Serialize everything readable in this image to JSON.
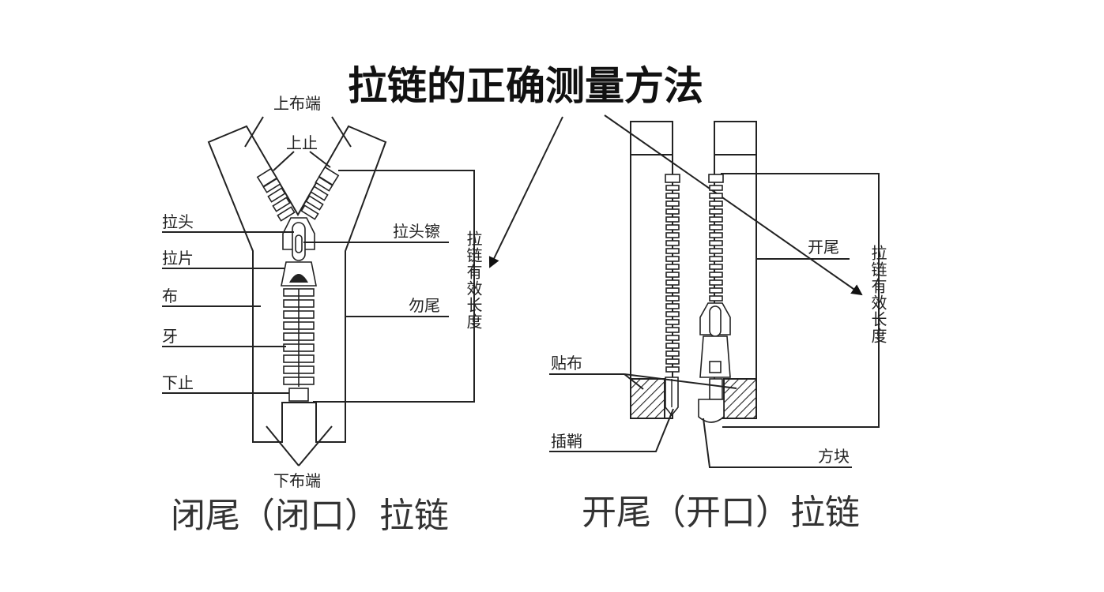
{
  "title": "拉链的正确测量方法",
  "closed_zipper": {
    "labels": {
      "top_tape_end": "上布端",
      "top_stop": "上止",
      "slider": "拉头",
      "pull_tab": "拉片",
      "tape": "布",
      "teeth": "牙",
      "bottom_stop": "下止",
      "slider_lock": "拉头镲",
      "closed_end": "勿尾",
      "bottom_tape_end": "下布端",
      "effective_length": "拉链有效长度"
    },
    "caption": "闭尾（闭口）拉链"
  },
  "open_zipper": {
    "labels": {
      "open_end": "开尾",
      "reinforcement_tape": "贴布",
      "insert_pin": "插鞘",
      "box": "方块",
      "effective_length": "拉链有效长度"
    },
    "caption": "开尾（开口）拉链"
  }
}
